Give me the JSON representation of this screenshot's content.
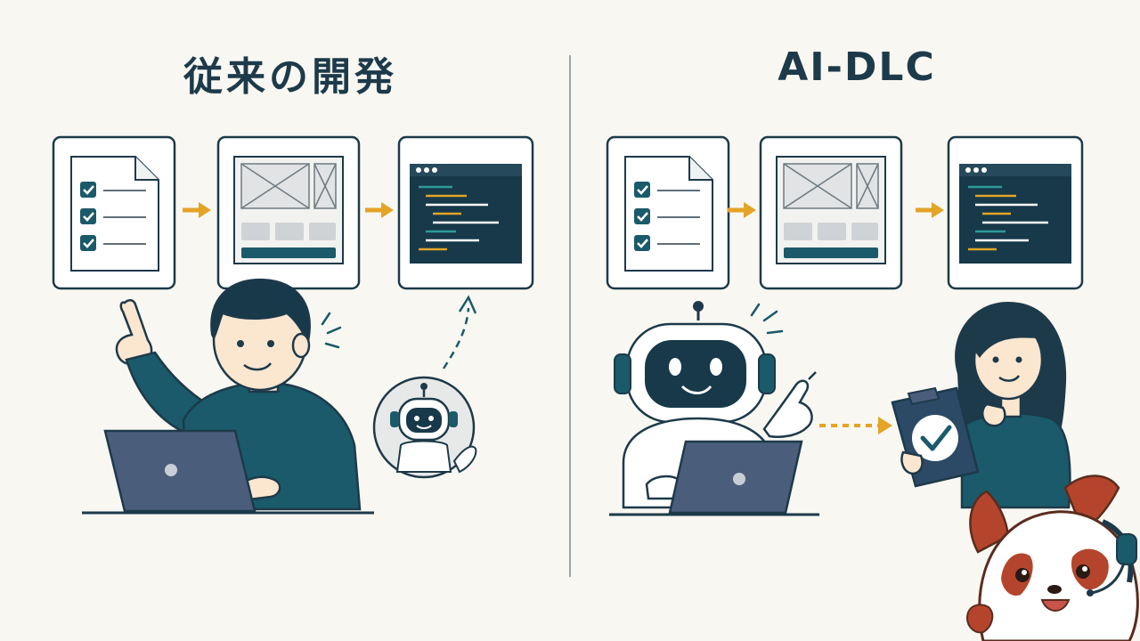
{
  "left_panel": {
    "title": "従来の開発"
  },
  "right_panel": {
    "title": "AI-DLC"
  },
  "colors": {
    "background": "#f8f7f2",
    "ink": "#1d3a4a",
    "teal": "#1a5a6a",
    "arrow_orange": "#e3a427",
    "laptop": "#4a5e7c",
    "skin": "#fbe6d0",
    "mascot_red": "#b4452c"
  },
  "icons": [
    "requirements-doc-icon",
    "wireframe-icon",
    "code-editor-icon",
    "robot-icon",
    "laptop-icon",
    "clipboard-check-icon",
    "red-panda-mascot"
  ]
}
